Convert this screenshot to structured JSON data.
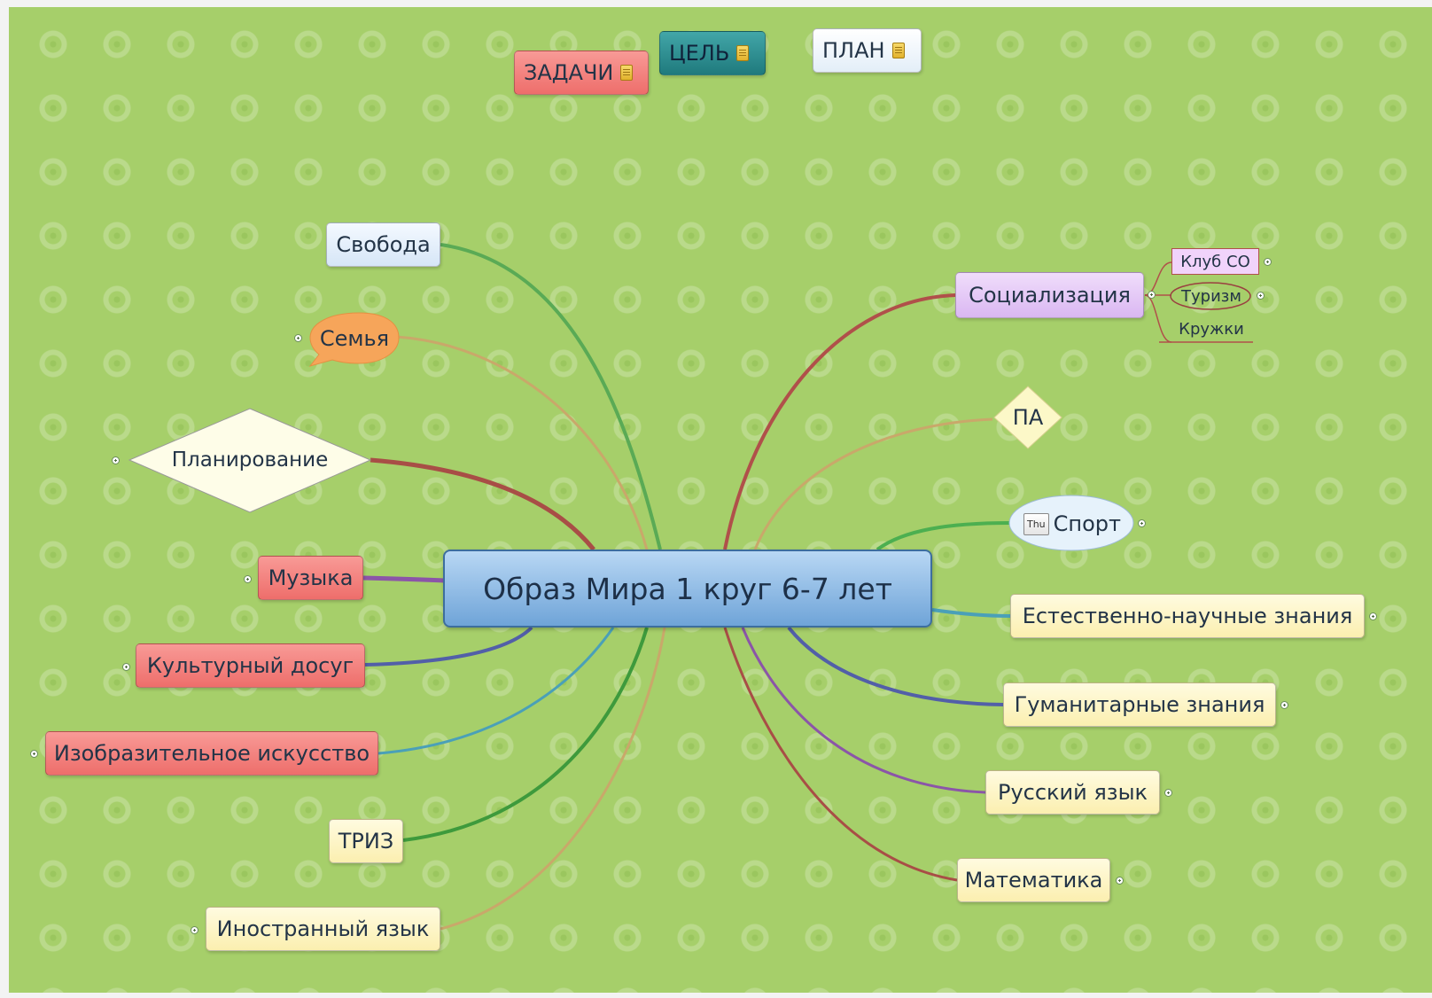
{
  "top_nodes": {
    "tasks": "ЗАДАЧИ",
    "goal": "ЦЕЛЬ",
    "plan": "ПЛАН"
  },
  "central": "Образ Мира 1 круг 6-7 лет",
  "left_branches": {
    "svoboda": "Свобода",
    "semya": "Семья",
    "planirovanie": "Планирование",
    "muzyka": "Музыка",
    "kult_dosug": "Культурный досуг",
    "izo": "Изобразительное искусство",
    "triz": "ТРИЗ",
    "in_yazyk": "Иностранный язык"
  },
  "right_branches": {
    "socializaciya": "Социализация",
    "pa": "ПА",
    "sport": "Спорт",
    "sport_badge": "Thu",
    "est_nauch": "Естественно-научные знания",
    "gum": "Гуманитарные знания",
    "rus": "Русский язык",
    "mat": "Математика"
  },
  "social_children": {
    "klub": "Клуб СО",
    "turizm": "Туризм",
    "kruzhki": "Кружки"
  },
  "colors": {
    "background": "#a6cf6a",
    "central_fill": "#8fbde8",
    "red_node": "#f07f7d",
    "yellow_node": "#fdf4c4",
    "purple_node": "#e3c4f5",
    "teal_node": "#2e8c8f",
    "link_green": "#4caf50",
    "link_red": "#b0504a",
    "link_purple": "#8b55a8"
  }
}
